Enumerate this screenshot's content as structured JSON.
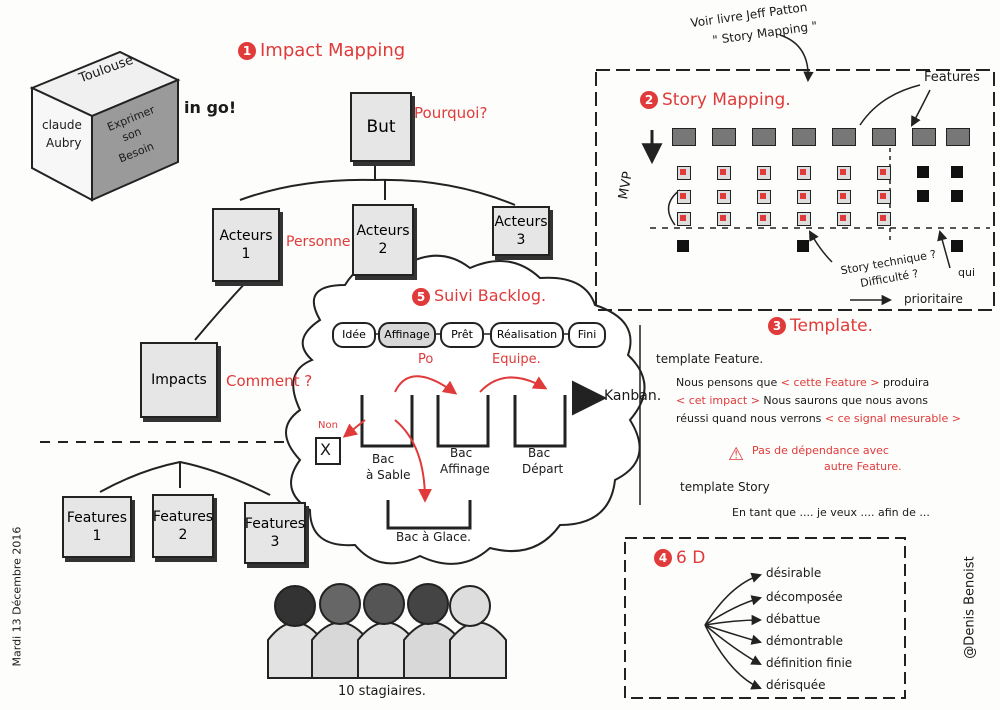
{
  "colors": {
    "accent": "#e03a3a",
    "ink": "#1a1a1a",
    "card": "#e6e6e6"
  },
  "side_text": "Mardi 13 Décembre 2016",
  "credit": "@Denis Benoist",
  "cube": {
    "top": "Toulouse",
    "left": [
      "claude",
      "Aubry"
    ],
    "right": [
      "Exprimer",
      "son",
      "Besoin"
    ],
    "aside": "in go!"
  },
  "impact_mapping": {
    "number": "1",
    "title": "Impact Mapping",
    "goal": "But",
    "goal_q": "Pourquoi?",
    "actors": [
      {
        "label": "Acteurs",
        "num": "1"
      },
      {
        "label": "Acteurs",
        "num": "2"
      },
      {
        "label": "Acteurs",
        "num": "3"
      }
    ],
    "actors_q": "Personne",
    "impacts": "Impacts",
    "impacts_q": "Comment ?",
    "features": [
      {
        "label": "Features",
        "num": "1"
      },
      {
        "label": "Features",
        "num": "2"
      },
      {
        "label": "Features",
        "num": "3"
      }
    ]
  },
  "story_mapping": {
    "number": "2",
    "title": "Story Mapping.",
    "note": [
      "Voir livre Jeff Patton",
      "\" Story Mapping \""
    ],
    "features_label": "Features",
    "mvp": "MVP",
    "story_note": [
      "Story technique ?",
      "Difficulté ?"
    ],
    "qui": "qui",
    "prioritaire": "prioritaire"
  },
  "template": {
    "number": "3",
    "title": "Template.",
    "feature_label": "template Feature.",
    "feature_text": {
      "a": "Nous pensons que",
      "b": "< cette Feature >",
      "c": "produira",
      "d": "< cet impact >",
      "e": "Nous saurons que nous avons",
      "f": "réussi quand nous verrons",
      "g": "< ce signal mesurable >"
    },
    "warning": [
      "Pas de dépendance avec",
      "autre Feature."
    ],
    "story_label": "template Story",
    "story_text": "En tant que .... je veux .... afin de ..."
  },
  "six_d": {
    "number": "4",
    "title": "6 D",
    "items": [
      "désirable",
      "décomposée",
      "débattue",
      "démontrable",
      "définition finie",
      "dérisquée"
    ]
  },
  "backlog": {
    "number": "5",
    "title": "Suivi Backlog.",
    "states": [
      "Idée",
      "Affinage",
      "Prêt",
      "Réalisation",
      "Fini"
    ],
    "po": "Po",
    "equipe": "Equipe.",
    "kanban": "Kanban.",
    "non": "Non",
    "x": "X",
    "bins": [
      [
        "Bac",
        "à Sable"
      ],
      [
        "Bac",
        "Affinage"
      ],
      [
        "Bac",
        "Départ"
      ]
    ],
    "glace": "Bac à Glace."
  },
  "participants": "10 stagiaires."
}
